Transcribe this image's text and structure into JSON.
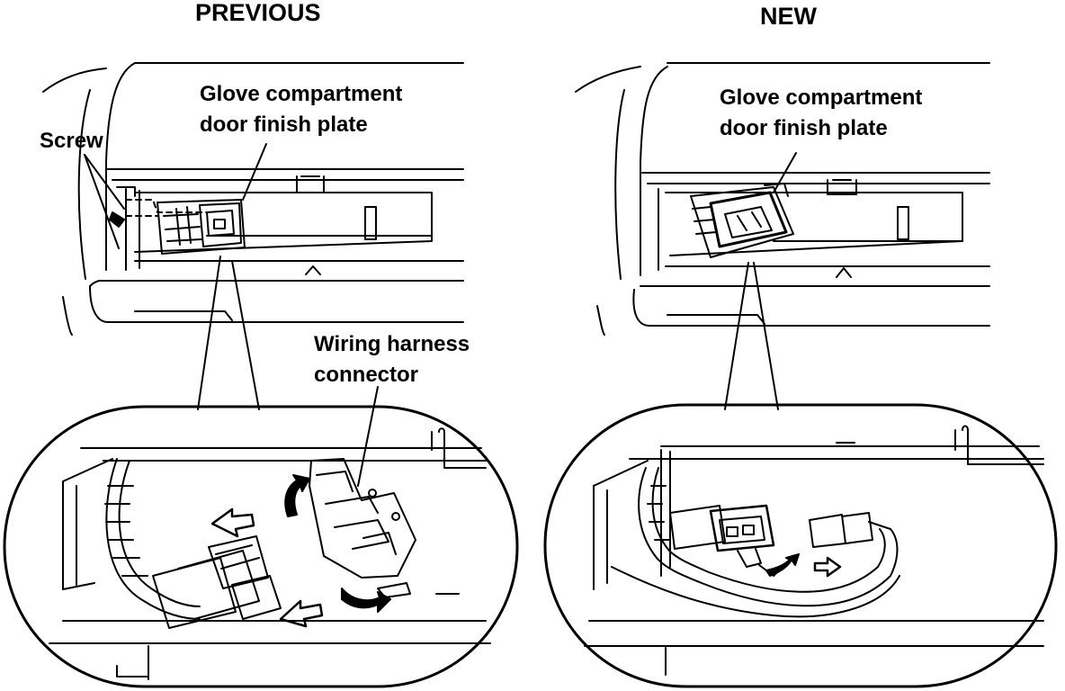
{
  "headings": {
    "previous": "PREVIOUS",
    "new": "NEW"
  },
  "labels": {
    "previous_plate_line1": "Glove compartment",
    "previous_plate_line2": "door finish plate",
    "screw": "Screw",
    "harness_line1": "Wiring harness",
    "harness_line2": "connector",
    "new_plate_line1": "Glove compartment",
    "new_plate_line2": "door finish plate"
  },
  "colors": {
    "ink": "#000000",
    "paper": "#ffffff"
  }
}
